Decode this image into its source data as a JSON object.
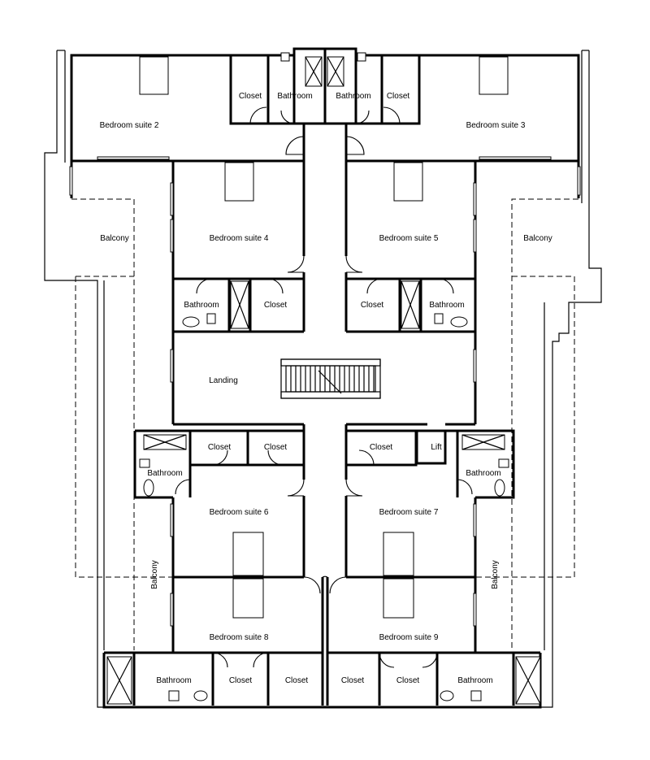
{
  "labels": {
    "bedroom_suite_2": "Bedroom suite 2",
    "bedroom_suite_3": "Bedroom suite 3",
    "bedroom_suite_4": "Bedroom suite 4",
    "bedroom_suite_5": "Bedroom suite 5",
    "bedroom_suite_6": "Bedroom suite 6",
    "bedroom_suite_7": "Bedroom suite 7",
    "bedroom_suite_8": "Bedroom suite 8",
    "bedroom_suite_9": "Bedroom suite 9",
    "bathroom": "Bathroom",
    "closet": "Closet",
    "balcony": "Balcony",
    "landing": "Landing",
    "lift": "Lift"
  }
}
